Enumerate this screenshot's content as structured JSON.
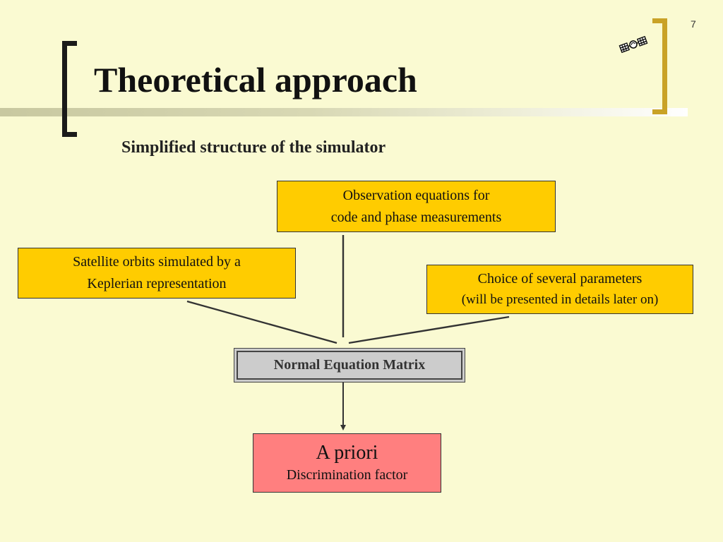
{
  "slide": {
    "number": "7",
    "title": "Theoretical approach",
    "subtitle": "Simplified structure of the simulator"
  },
  "diagram": {
    "observation": {
      "line1": "Observation equations for",
      "line2": "code and phase measurements"
    },
    "satellite": {
      "line1": "Satellite orbits simulated by a",
      "line2": "Keplerian representation"
    },
    "choice": {
      "line1": "Choice of  several parameters",
      "line2": "(will be presented in details later on)"
    },
    "normal_matrix": {
      "label": "Normal Equation Matrix"
    },
    "apriori": {
      "line1": "A priori",
      "line2": "Discrimination factor"
    }
  },
  "colors": {
    "background": "#FAFAD2",
    "input_box": "#FFCC00",
    "matrix_box": "#CCCCCC",
    "output_box": "#FF7F7F",
    "bracket_left": "#1a1a1a",
    "bracket_right": "#C9A227"
  },
  "icons": {
    "top_right": "satellite-icon"
  }
}
